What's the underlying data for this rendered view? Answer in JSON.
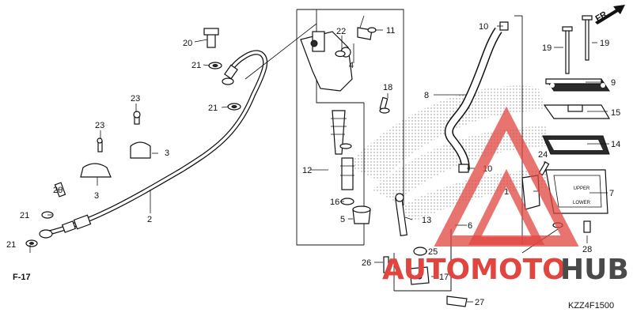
{
  "diagram": {
    "code": "KZZ4F1500",
    "ref": "F-17",
    "direction": "FR.",
    "watermark": {
      "part_a": "AUTOMOTO",
      "part_b": "HUB",
      "color_red": "#e0453f",
      "color_dark": "#4a4a4a"
    },
    "callouts": {
      "c1": "1",
      "c2": "2",
      "c3a": "3",
      "c3b": "3",
      "c4": "4",
      "c5": "5",
      "c6": "6",
      "c7": "7",
      "c8": "8",
      "c9": "9",
      "c10a": "10",
      "c10b": "10",
      "c11": "11",
      "c12": "12",
      "c13": "13",
      "c14": "14",
      "c15": "15",
      "c16": "16",
      "c17": "17",
      "c18": "18",
      "c19a": "19",
      "c19b": "19",
      "c20a": "20",
      "c20b": "20",
      "c21a": "21",
      "c21b": "21",
      "c21c": "21",
      "c21d": "21",
      "c22": "22",
      "c23a": "23",
      "c23b": "23",
      "c24": "24",
      "c25": "25",
      "c26": "26",
      "c27": "27",
      "c28": "28"
    }
  }
}
